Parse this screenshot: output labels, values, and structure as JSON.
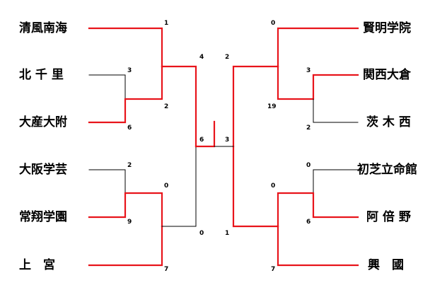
{
  "colors": {
    "win": "#e8141b",
    "lose": "#000000"
  },
  "teams": {
    "left": [
      "清風南海",
      "北 千 里",
      "大産大附",
      "大阪学芸",
      "常翔学園",
      "上　宮"
    ],
    "right": [
      "賢明学院",
      "関西大倉",
      "茨 木 西",
      "初芝立命館",
      "阿 倍 野",
      "興　國"
    ]
  },
  "scores": {
    "l1_seihu": "1",
    "l1_kita": "3",
    "l1_daisan_g": "2",
    "l1_daisan": "6",
    "l1_osaka": "2",
    "l1_josho_g": "0",
    "l1_josho": "9",
    "l1_uemiya": "7",
    "l2_top": "4",
    "l2_bot": "0",
    "final_left": "6",
    "r1_kenmei": "0",
    "r1_kansai_g": "19",
    "r1_kansai": "3",
    "r1_ibaraki": "2",
    "r1_hatsushiba": "0",
    "r1_abeno": "6",
    "r1_abeno_g": "0",
    "r1_kokoku": "7",
    "r2_top": "2",
    "r2_bot": "1",
    "final_right": "3"
  }
}
